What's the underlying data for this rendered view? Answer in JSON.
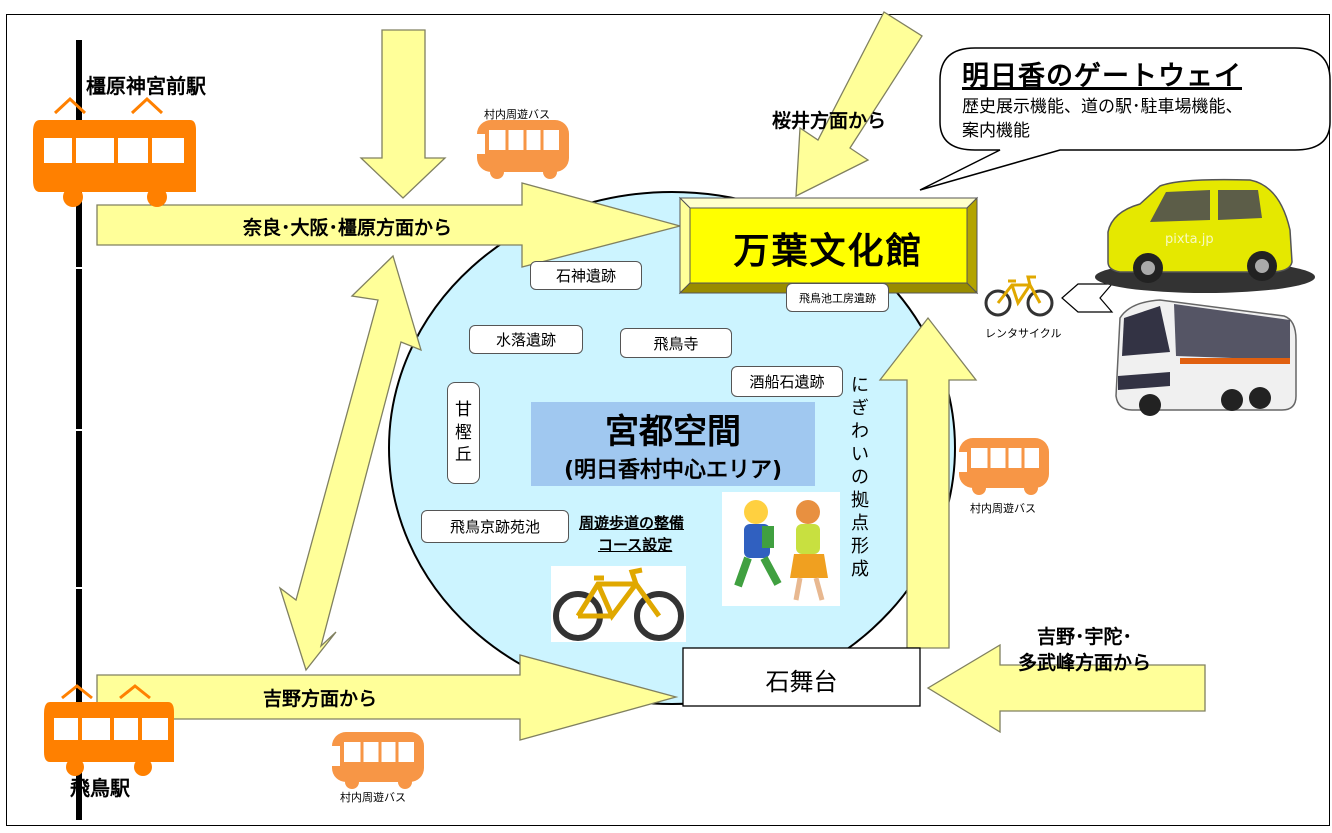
{
  "stations": {
    "top": "橿原神宮前駅",
    "bottom": "飛鳥駅"
  },
  "routes": {
    "nara_osaka": "奈良･大阪･橿原方面から",
    "sakurai": "桜井方面から",
    "yoshino": "吉野方面から",
    "yoshino_uda_line1": "吉野･宇陀･",
    "yoshino_uda_line2": "多武峰方面から"
  },
  "gateway": {
    "title": "明日香のゲートウェイ",
    "line1": "歴史展示機能、道の駅･駐車場機能、",
    "line2": "案内機能"
  },
  "manyo": "万葉文化館",
  "ishibutai": "石舞台",
  "center": {
    "title": "宮都空間",
    "subtitle": "(明日香村中心エリア)"
  },
  "sites": {
    "ishigami": "石神遺跡",
    "kobo": "飛鳥池工房遺跡",
    "mizuochi": "水落遺跡",
    "asukadera": "飛鳥寺",
    "sakafune": "酒船石遺跡",
    "amakashi": [
      "甘",
      "樫",
      "丘"
    ],
    "kyoato": "飛鳥京跡苑池"
  },
  "nigiwai": [
    "に",
    "ぎ",
    "わ",
    "い",
    "の",
    "拠",
    "点",
    "形",
    "成"
  ],
  "walkway": {
    "line1": "周遊歩道の整備",
    "line2": "コース設定"
  },
  "bus_label": "村内周遊バス",
  "rental": "レンタサイクル",
  "watermark": "pixta.jp",
  "colors": {
    "arrow": "#ffff99",
    "arrow_stroke": "#808060",
    "train": "#ff8000",
    "area": "#ccf4ff",
    "center_box": "#a0c8f0",
    "manyo_fill": "#ffff00",
    "bus": "#f79646"
  },
  "icons": [
    "train-icon",
    "bus-icon",
    "bicycle-icon",
    "car-icon",
    "coach-bus-icon",
    "hikers-icon"
  ]
}
